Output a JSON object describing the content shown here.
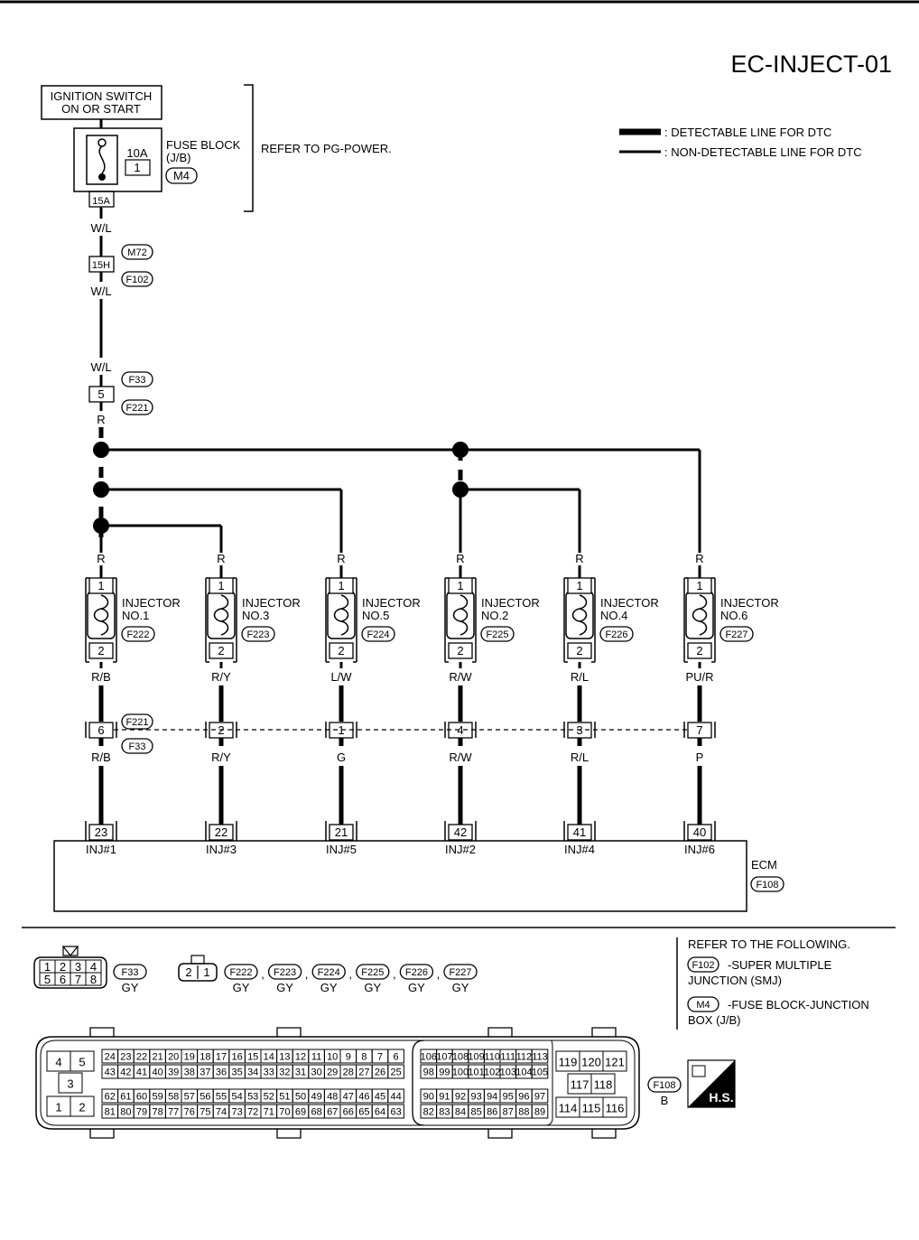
{
  "title": "EC-INJECT-01",
  "ignition_switch": [
    "IGNITION SWITCH",
    "ON OR START"
  ],
  "fuse": {
    "amp": "10A",
    "number": "1",
    "label": "FUSE BLOCK",
    "sub": "(J/B)",
    "connector": "M4",
    "terminal": "15A",
    "refer": "REFER TO PG-POWER."
  },
  "legend": {
    "detectable": ": DETECTABLE LINE FOR DTC",
    "non_detectable": ": NON-DETECTABLE LINE FOR DTC"
  },
  "wires_top": {
    "w1": "W/L",
    "joint_terminal": "15H",
    "joint_top": "M72",
    "joint_bottom": "F102",
    "w2": "W/L",
    "w3": "W/L",
    "harness_terminal": "5",
    "harness_top": "F33",
    "harness_bottom": "F221",
    "w4": "R"
  },
  "injectors": [
    {
      "name": "INJECTOR",
      "no": "NO.1",
      "connector": "F222",
      "pin1": "1",
      "pin2": "2",
      "wire_in": "R",
      "wire_out": "R/B",
      "harness_pin": "6",
      "wire_ecm": "R/B",
      "ecm_pin": "23",
      "ecm_label": "INJ#1"
    },
    {
      "name": "INJECTOR",
      "no": "NO.3",
      "connector": "F223",
      "pin1": "1",
      "pin2": "2",
      "wire_in": "R",
      "wire_out": "R/Y",
      "harness_pin": "2",
      "wire_ecm": "R/Y",
      "ecm_pin": "22",
      "ecm_label": "INJ#3"
    },
    {
      "name": "INJECTOR",
      "no": "NO.5",
      "connector": "F224",
      "pin1": "1",
      "pin2": "2",
      "wire_in": "R",
      "wire_out": "L/W",
      "harness_pin": "1",
      "wire_ecm": "G",
      "ecm_pin": "21",
      "ecm_label": "INJ#5"
    },
    {
      "name": "INJECTOR",
      "no": "NO.2",
      "connector": "F225",
      "pin1": "1",
      "pin2": "2",
      "wire_in": "R",
      "wire_out": "R/W",
      "harness_pin": "4",
      "wire_ecm": "R/W",
      "ecm_pin": "42",
      "ecm_label": "INJ#2"
    },
    {
      "name": "INJECTOR",
      "no": "NO.4",
      "connector": "F226",
      "pin1": "1",
      "pin2": "2",
      "wire_in": "R",
      "wire_out": "R/L",
      "harness_pin": "3",
      "wire_ecm": "R/L",
      "ecm_pin": "41",
      "ecm_label": "INJ#4"
    },
    {
      "name": "INJECTOR",
      "no": "NO.6",
      "connector": "F227",
      "pin1": "1",
      "pin2": "2",
      "wire_in": "R",
      "wire_out": "PU/R",
      "harness_pin": "7",
      "wire_ecm": "P",
      "ecm_pin": "40",
      "ecm_label": "INJ#6"
    }
  ],
  "harness2": {
    "top": "F221",
    "bottom": "F33"
  },
  "ecm": {
    "label": "ECM",
    "connector": "F108"
  },
  "refer_following": {
    "title": "REFER TO THE FOLLOWING.",
    "items": [
      {
        "conn": "F102",
        "text1": "-SUPER MULTIPLE",
        "text2": "JUNCTION (SMJ)"
      },
      {
        "conn": "M4",
        "text1": "-FUSE BLOCK-JUNCTION",
        "text2": "BOX (J/B)"
      }
    ]
  },
  "connector_views": {
    "f33_pins_top": [
      "1",
      "2",
      "3",
      "4"
    ],
    "f33_pins_bottom": [
      "5",
      "6",
      "7",
      "8"
    ],
    "f33": {
      "conn": "F33",
      "color": "GY"
    },
    "inj_pins": [
      "2",
      "1"
    ],
    "inj_conns": [
      {
        "conn": "F222",
        "color": "GY"
      },
      {
        "conn": "F223",
        "color": "GY"
      },
      {
        "conn": "F224",
        "color": "GY"
      },
      {
        "conn": "F225",
        "color": "GY"
      },
      {
        "conn": "F226",
        "color": "GY"
      },
      {
        "conn": "F227",
        "color": "GY"
      }
    ],
    "sep": ","
  },
  "ecm_connector": {
    "left_block": {
      "r1": [
        "4",
        "5"
      ],
      "r2": [
        "3"
      ],
      "r3": [
        "1",
        "2"
      ]
    },
    "row1": [
      "24",
      "23",
      "22",
      "21",
      "20",
      "19",
      "18",
      "17",
      "16",
      "15",
      "14",
      "13",
      "12",
      "11",
      "10",
      "9",
      "8",
      "7",
      "6"
    ],
    "row2": [
      "43",
      "42",
      "41",
      "40",
      "39",
      "38",
      "37",
      "36",
      "35",
      "34",
      "33",
      "32",
      "31",
      "30",
      "29",
      "28",
      "27",
      "26",
      "25"
    ],
    "row3": [
      "62",
      "61",
      "60",
      "59",
      "58",
      "57",
      "56",
      "55",
      "54",
      "53",
      "52",
      "51",
      "50",
      "49",
      "48",
      "47",
      "46",
      "45",
      "44"
    ],
    "row4": [
      "81",
      "80",
      "79",
      "78",
      "77",
      "76",
      "75",
      "74",
      "73",
      "72",
      "71",
      "70",
      "69",
      "68",
      "67",
      "66",
      "65",
      "64",
      "63"
    ],
    "mid_row1": [
      "106",
      "107",
      "108",
      "109",
      "110",
      "111",
      "112",
      "113"
    ],
    "mid_row2": [
      "98",
      "99",
      "100",
      "101",
      "102",
      "103",
      "104",
      "105"
    ],
    "mid_row3": [
      "90",
      "91",
      "92",
      "93",
      "94",
      "95",
      "96",
      "97"
    ],
    "mid_row4": [
      "82",
      "83",
      "84",
      "85",
      "86",
      "87",
      "88",
      "89"
    ],
    "right_r1": [
      "119",
      "120",
      "121"
    ],
    "right_r2": [
      "117",
      "118"
    ],
    "right_r3": [
      "114",
      "115",
      "116"
    ],
    "conn": "F108",
    "color": "B",
    "hs": "H.S."
  }
}
